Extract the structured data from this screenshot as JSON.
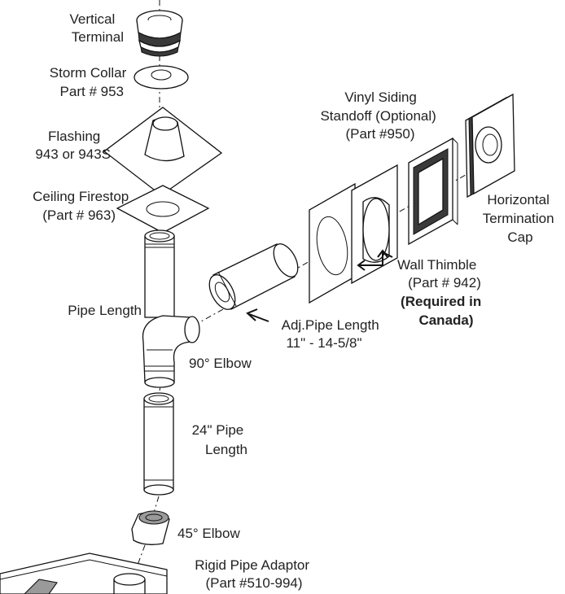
{
  "labels": {
    "vertical_terminal": [
      "Vertical",
      "Terminal"
    ],
    "storm_collar": [
      "Storm Collar",
      "Part # 953"
    ],
    "flashing": [
      "Flashing",
      "943 or 943S"
    ],
    "ceiling_firestop": [
      "Ceiling Firestop",
      "(Part # 963)"
    ],
    "pipe_length": [
      "Pipe Length"
    ],
    "elbow_90": [
      "90° Elbow"
    ],
    "pipe_24": [
      "24\" Pipe",
      "Length"
    ],
    "elbow_45": [
      "45° Elbow"
    ],
    "rigid_adaptor": [
      "Rigid Pipe Adaptor",
      "(Part #510-994)"
    ],
    "adj_pipe": [
      "Adj.Pipe Length",
      "11\" - 14-5/8\""
    ],
    "wall_thimble": [
      "Wall Thimble",
      "(Part # 942)"
    ],
    "required_canada": [
      "(Required in",
      "Canada)"
    ],
    "vinyl_standoff": [
      "Vinyl Siding",
      "Standoff (Optional)",
      "(Part #950)"
    ],
    "horizontal_cap": [
      "Horizontal",
      "Termination",
      "Cap"
    ]
  }
}
